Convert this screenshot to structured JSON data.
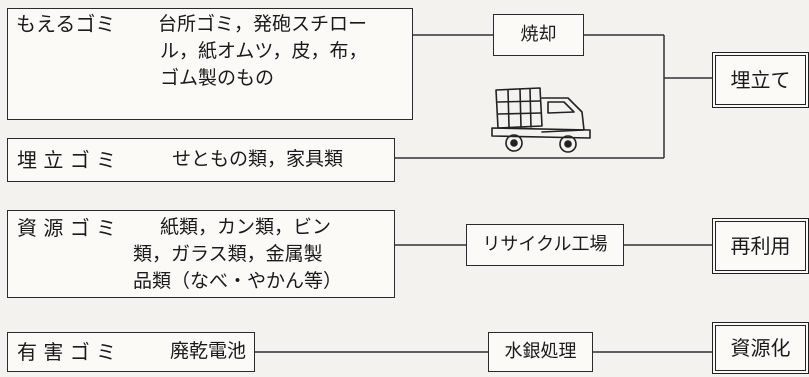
{
  "categories": [
    {
      "name": "もえるゴミ",
      "items_lines": [
        "台所ゴミ，発砲スチロー",
        "ル，紙オムツ，皮，布，",
        "ゴム製のもの"
      ]
    },
    {
      "name": "埋 立 ゴ ミ",
      "items_lines": [
        "せともの類，家具類"
      ]
    },
    {
      "name": "資 源 ゴ ミ",
      "items_lines": [
        "紙類，カン類，ビン",
        "類，ガラス類，金属製",
        "品類（なべ・やかん等）"
      ]
    },
    {
      "name": "有 害 ゴ ミ",
      "items_lines": [
        "廃乾電池"
      ]
    }
  ],
  "processes": {
    "incineration": "焼却",
    "recycle_factory": "リサイクル工場",
    "mercury": "水銀処理"
  },
  "outcomes": {
    "landfill": "埋立て",
    "reuse": "再利用",
    "resource": "資源化"
  },
  "icons": {
    "truck": "garbage-truck-icon"
  }
}
